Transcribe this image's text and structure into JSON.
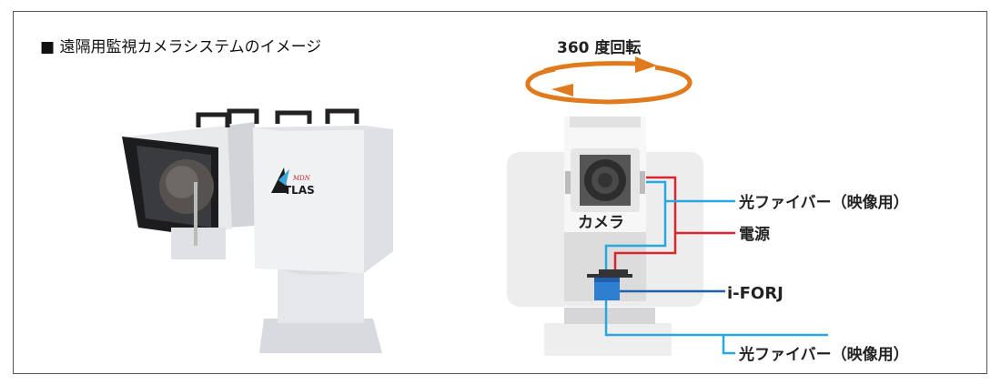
{
  "title": "■ 遠隔用監視カメラシステムのイメージ",
  "photo": {
    "brand_logo": "ATLAS MDN"
  },
  "diagram": {
    "rotation_label": "360 度回転",
    "camera_label": "カメラ",
    "labels": {
      "fiber_top": "光ファイバー（映像用）",
      "power": "電源",
      "iforj": "i-FORJ",
      "fiber_bottom": "光ファイバー（映像用）"
    }
  },
  "colors": {
    "arrow": "#e07a1c",
    "power": "#d8262e",
    "fiber": "#29a8e0",
    "iforj": "#1f5fae"
  }
}
